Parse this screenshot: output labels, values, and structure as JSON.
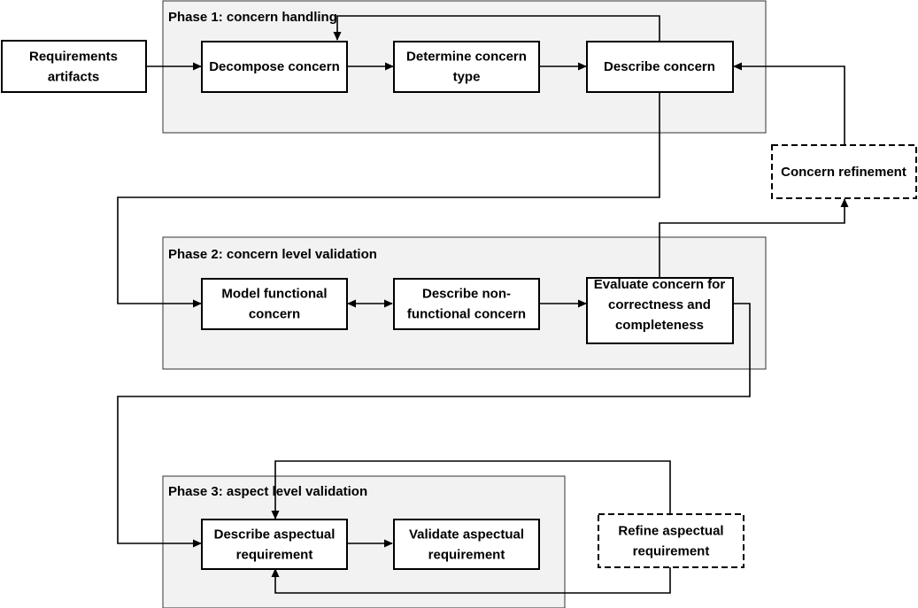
{
  "phases": {
    "phase1": "Phase 1: concern handling",
    "phase2": "Phase 2: concern level validation",
    "phase3": "Phase 3: aspect level validation"
  },
  "boxes": {
    "requirements_artifacts": [
      "Requirements",
      "artifacts"
    ],
    "decompose_concern": [
      "Decompose concern"
    ],
    "determine_concern_type": [
      "Determine concern",
      "type"
    ],
    "describe_concern": [
      "Describe concern"
    ],
    "concern_refinement": [
      "Concern refinement"
    ],
    "model_functional_concern": [
      "Model functional",
      "concern"
    ],
    "describe_nonfunctional_concern": [
      "Describe non-",
      "functional concern"
    ],
    "evaluate_concern": [
      "Evaluate concern for",
      "correctness and",
      "completeness"
    ],
    "describe_aspectual_requirement": [
      "Describe aspectual",
      "requirement"
    ],
    "validate_aspectual_requirement": [
      "Validate aspectual",
      "requirement"
    ],
    "refine_aspectual_requirement": [
      "Refine aspectual",
      "requirement"
    ]
  }
}
